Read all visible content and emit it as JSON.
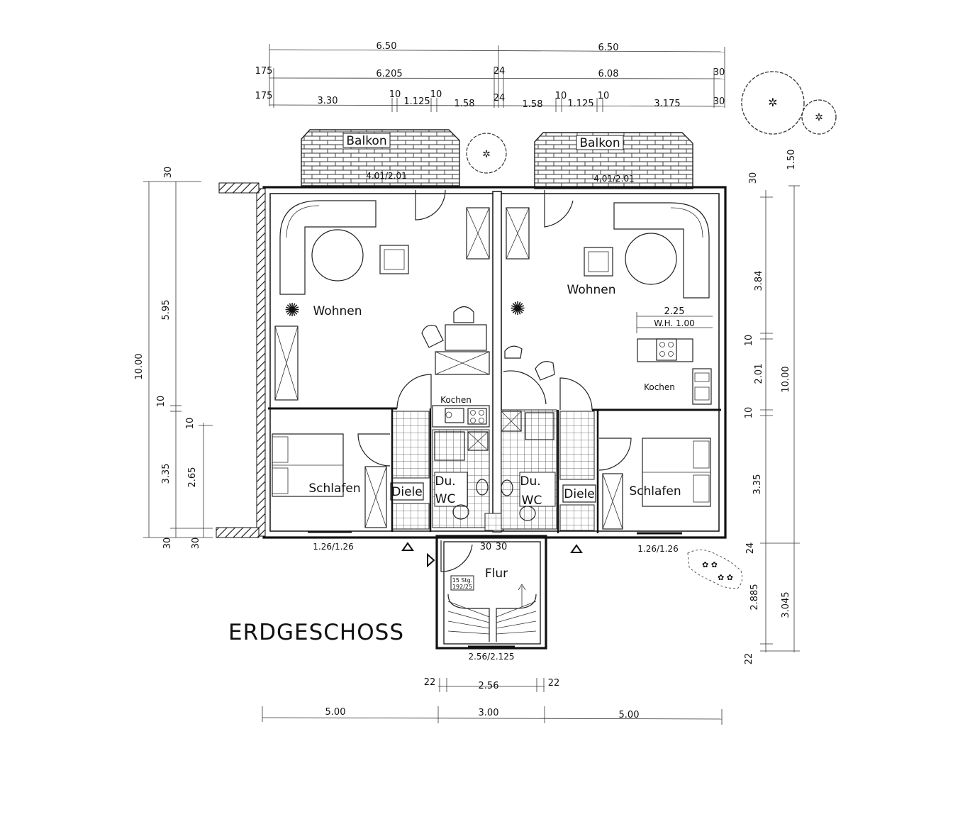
{
  "title": "ERDGESCHOSS",
  "rooms": {
    "balkon_left": "Balkon",
    "balkon_right": "Balkon",
    "balkon_left_window": "4.01/2.01",
    "balkon_right_window": "4.01/2.01",
    "wohnen_left": "Wohnen",
    "wohnen_right": "Wohnen",
    "kochen_left": "Kochen",
    "kochen_right": "Kochen",
    "schlafen_left": "Schlafen",
    "schlafen_right": "Schlafen",
    "diele_left": "Diele",
    "diele_right": "Diele",
    "du_left": "Du.",
    "wc_left": "WC",
    "du_right": "Du.",
    "wc_right": "WC",
    "flur": "Flur",
    "stair_note_1": "15 Stg.",
    "stair_note_2": "192/25",
    "kitchen_counter": "2.25",
    "kitchen_wh": "W.H.  1.00",
    "window_left": "1.26/1.26",
    "window_right": "1.26/1.26",
    "stair_window": "2.56/2.125"
  },
  "dims_top": {
    "row1": [
      "6.50",
      "6.50"
    ],
    "row2": [
      "175",
      "6.205",
      "24",
      "6.08",
      "30"
    ],
    "row3": [
      "175",
      "3.30",
      "10",
      "1.125",
      "10",
      "1.58",
      "24",
      "1.58",
      "10",
      "1.125",
      "10",
      "3.175",
      "30"
    ]
  },
  "dims_left": {
    "outer": "10.00",
    "inner": [
      "30",
      "5.95",
      "10",
      "3.35",
      "30"
    ],
    "inner2": [
      "10",
      "2.65",
      "30"
    ]
  },
  "dims_right": {
    "outer": "10.00",
    "inner": [
      "30",
      "3.84",
      "10",
      "2.01",
      "10",
      "3.35",
      "24",
      "2.885",
      "22"
    ],
    "tree": "1.50",
    "stair": "3.045"
  },
  "dims_bottom": {
    "row1": [
      "22",
      "2.56",
      "22"
    ],
    "row2": [
      "5.00",
      "3.00",
      "5.00"
    ],
    "flur_walls": [
      "30",
      "30"
    ]
  }
}
